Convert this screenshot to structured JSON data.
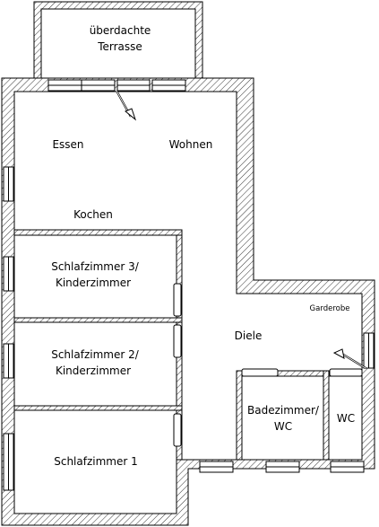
{
  "plan": {
    "rooms": {
      "terrace": {
        "line1": "überdachte",
        "line2": "Terrasse"
      },
      "essen": "Essen",
      "wohnen": "Wohnen",
      "kochen": "Kochen",
      "bedroom3": {
        "line1": "Schlafzimmer 3/",
        "line2": "Kinderzimmer"
      },
      "bedroom2": {
        "line1": "Schlafzimmer 2/",
        "line2": "Kinderzimmer"
      },
      "bedroom1": "Schlafzimmer 1",
      "diele": "Diele",
      "garderobe": "Garderobe",
      "bath": {
        "line1": "Badezimmer/",
        "line2": "WC"
      },
      "wc": "WC"
    }
  }
}
